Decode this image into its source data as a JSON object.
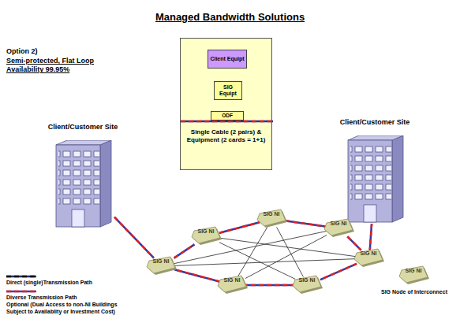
{
  "diagram": {
    "title": "Managed Bandwidth Solutions",
    "nodes": [
      {
        "text": [
          "Single Cable (2 pairs) & Equipment (2 cards = 1+1)"
        ]
      },
      {
        "text": [
          "Client Equipt"
        ],
        "in": 0
      },
      {
        "text": [
          "SIG Equipt"
        ],
        "in": 0
      },
      {
        "text": [
          "ODF"
        ],
        "in": 0
      },
      {
        "text": [
          "Client/Customer Site"
        ]
      },
      {
        "text": [
          "Client/Customer Site"
        ]
      },
      {
        "text": [
          "SIG NI"
        ]
      },
      {
        "text": [
          "SIG NI"
        ]
      },
      {
        "text": [
          "SIG NI"
        ]
      },
      {
        "text": [
          "SIG NI"
        ]
      },
      {
        "text": [
          "SIG NI"
        ]
      },
      {
        "text": [
          "SIG NI"
        ]
      },
      {
        "text": [
          "SIG NI"
        ]
      },
      {
        "text": [
          "SIG NI",
          "SIG Node of Interconnect"
        ]
      }
    ],
    "edges": [
      {
        "from": 1,
        "to": 2,
        "arrow": "none"
      },
      {
        "from": 2,
        "to": 3,
        "arrow": "none"
      },
      {
        "from": 4,
        "to": 6,
        "arrow": "none"
      },
      {
        "from": 5,
        "to": 10,
        "arrow": "none"
      },
      {
        "from": 6,
        "to": 7,
        "arrow": "none"
      },
      {
        "from": 7,
        "to": 8,
        "arrow": "none"
      },
      {
        "from": 8,
        "to": 9,
        "arrow": "none"
      },
      {
        "from": 9,
        "to": 10,
        "arrow": "none"
      },
      {
        "from": 10,
        "to": 11,
        "arrow": "none"
      },
      {
        "from": 11,
        "to": 12,
        "arrow": "none"
      },
      {
        "from": 12,
        "to": 6,
        "arrow": "none"
      },
      {
        "from": 6,
        "to": 10,
        "arrow": "none"
      },
      {
        "from": 7,
        "to": 11,
        "arrow": "none"
      },
      {
        "from": 7,
        "to": 10,
        "arrow": "none"
      },
      {
        "from": 8,
        "to": 12,
        "arrow": "none"
      },
      {
        "from": 8,
        "to": 11,
        "arrow": "none"
      },
      {
        "from": 9,
        "to": 12,
        "arrow": "none"
      },
      {
        "from": 6,
        "to": 9,
        "arrow": "none"
      }
    ],
    "labels": [
      "Option 2)",
      "Semi-protected, Flat Loop Availability 99.95%",
      "Optional (Dual Access to non-NI Buildings Subject to Availablity or Investment Cost)"
    ],
    "legend": [
      {
        "text": "Direct (single)Transmission Path"
      },
      {
        "text": "Diverse Transmission Path"
      }
    ]
  }
}
